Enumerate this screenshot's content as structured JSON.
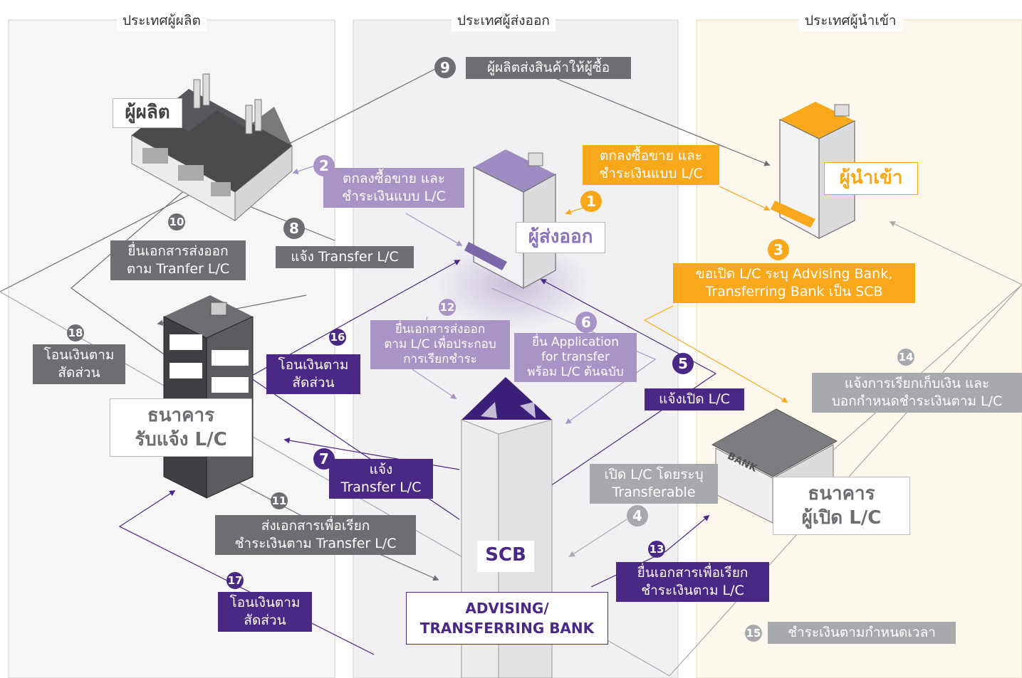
{
  "regions": {
    "producer": "ประเทศผู้ผลิต",
    "exporter": "ประเทศผู้ส่งออก",
    "importer": "ประเทศผู้นำเข้า"
  },
  "entities": {
    "producer": "ผู้ผลิต",
    "exporter": "ผู้ส่งออก",
    "importer": "ผู้นำเข้า",
    "notify_bank_line1": "ธนาคาร",
    "notify_bank_line2": "รับแจ้ง L/C",
    "issuing_bank_line1": "ธนาคาร",
    "issuing_bank_line2": "ผู้เปิด L/C",
    "scb": "SCB",
    "advising_line1": "ADVISING/",
    "advising_line2": "TRANSFERRING BANK",
    "bank_sign": "BANK"
  },
  "steps": [
    {
      "num": "1",
      "lines": [
        "ตกลงซื้อขาย และ",
        "ชำระเงินแบบ L/C"
      ]
    },
    {
      "num": "2",
      "lines": [
        "ตกลงซื้อขาย และ",
        "ชำระเงินแบบ L/C"
      ]
    },
    {
      "num": "3",
      "lines": [
        "ขอเปิด L/C ระบุ Advising Bank,",
        "Transferring Bank เป็น SCB"
      ]
    },
    {
      "num": "4",
      "lines": [
        "เปิด L/C โดยระบุ",
        "Transferable"
      ]
    },
    {
      "num": "5",
      "lines": [
        "แจ้งเปิด L/C"
      ]
    },
    {
      "num": "6",
      "lines": [
        "ยื่น Application",
        "for transfer",
        "พร้อม L/C ต้นฉบับ"
      ]
    },
    {
      "num": "7",
      "lines": [
        "แจ้ง",
        "Transfer L/C"
      ]
    },
    {
      "num": "8",
      "lines": [
        "แจ้ง Transfer L/C"
      ]
    },
    {
      "num": "9",
      "lines": [
        "ผู้ผลิตส่งสินค้าให้ผู้ซื้อ"
      ]
    },
    {
      "num": "10",
      "lines": [
        "ยื่นเอกสารส่งออก",
        "ตาม Tranfer L/C"
      ]
    },
    {
      "num": "11",
      "lines": [
        "ส่งเอกสารเพื่อเรียก",
        "ชำระเงินตาม Transfer L/C"
      ]
    },
    {
      "num": "12",
      "lines": [
        "ยื่นเอกสารส่งออก",
        "ตาม L/C เพื่อประกอบ",
        "การเรียกชำระ"
      ]
    },
    {
      "num": "13",
      "lines": [
        "ยื่นเอกสารเพื่อเรียก",
        "ชำระเงินตาม L/C"
      ]
    },
    {
      "num": "14",
      "lines": [
        "แจ้งการเรียกเก็บเงิน และ",
        "บอกกำหนดชำระเงินตาม L/C"
      ]
    },
    {
      "num": "15",
      "lines": [
        "ชำระเงินตามกำหนดเวลา"
      ]
    },
    {
      "num": "16",
      "lines": [
        "โอนเงินตาม",
        "สัดส่วน"
      ]
    },
    {
      "num": "17",
      "lines": [
        "โอนเงินตาม",
        "สัดส่วน"
      ]
    },
    {
      "num": "18",
      "lines": [
        "โอนเงินตาม",
        "สัดส่วน"
      ]
    }
  ],
  "colors": {
    "gray": "#6d6e71",
    "light_gray": "#a7a9ac",
    "lavender": "#a895c6",
    "purple": "#4a2885",
    "orange": "#f7a81b",
    "importer_bg": "#fdf8ee"
  }
}
